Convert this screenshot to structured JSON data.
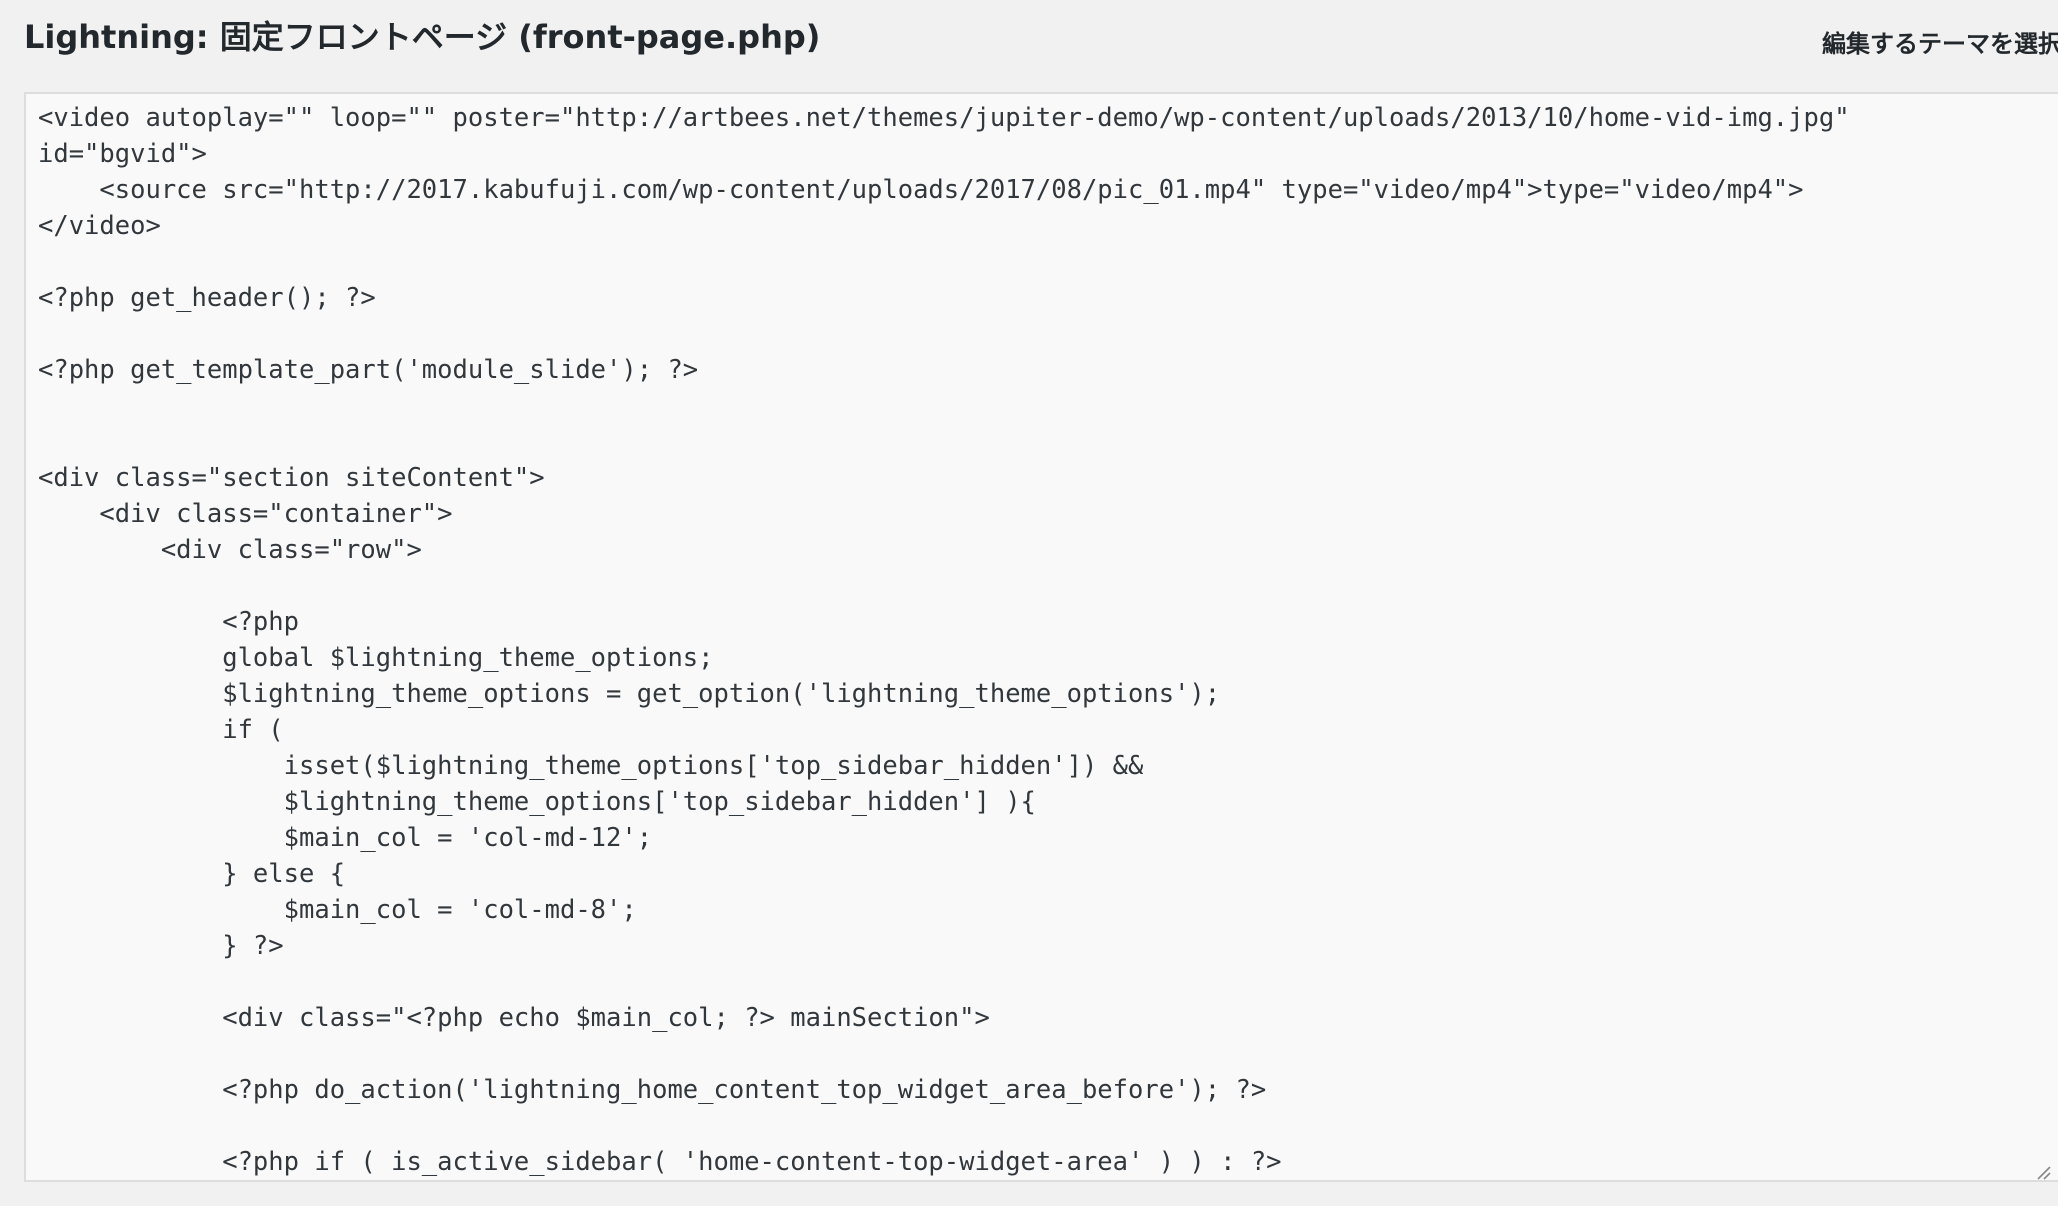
{
  "header": {
    "file_title": "Lightning: 固定フロントページ (front-page.php)",
    "theme_select_label": "編集するテーマを選択"
  },
  "editor": {
    "content": "<video autoplay=\"\" loop=\"\" poster=\"http://artbees.net/themes/jupiter-demo/wp-content/uploads/2013/10/home-vid-img.jpg\"\nid=\"bgvid\">\n    <source src=\"http://2017.kabufuji.com/wp-content/uploads/2017/08/pic_01.mp4\" type=\"video/mp4\">type=\"video/mp4\">\n</video>\n\n<?php get_header(); ?>\n\n<?php get_template_part('module_slide'); ?>\n\n\n<div class=\"section siteContent\">\n    <div class=\"container\">\n        <div class=\"row\">\n\n            <?php\n            global $lightning_theme_options;\n            $lightning_theme_options = get_option('lightning_theme_options');\n            if (\n                isset($lightning_theme_options['top_sidebar_hidden']) &&\n                $lightning_theme_options['top_sidebar_hidden'] ){\n                $main_col = 'col-md-12';\n            } else {\n                $main_col = 'col-md-8';\n            } ?>\n\n            <div class=\"<?php echo $main_col; ?> mainSection\">\n\n            <?php do_action('lightning_home_content_top_widget_area_before'); ?>\n\n            <?php if ( is_active_sidebar( 'home-content-top-widget-area' ) ) : ?>"
  }
}
